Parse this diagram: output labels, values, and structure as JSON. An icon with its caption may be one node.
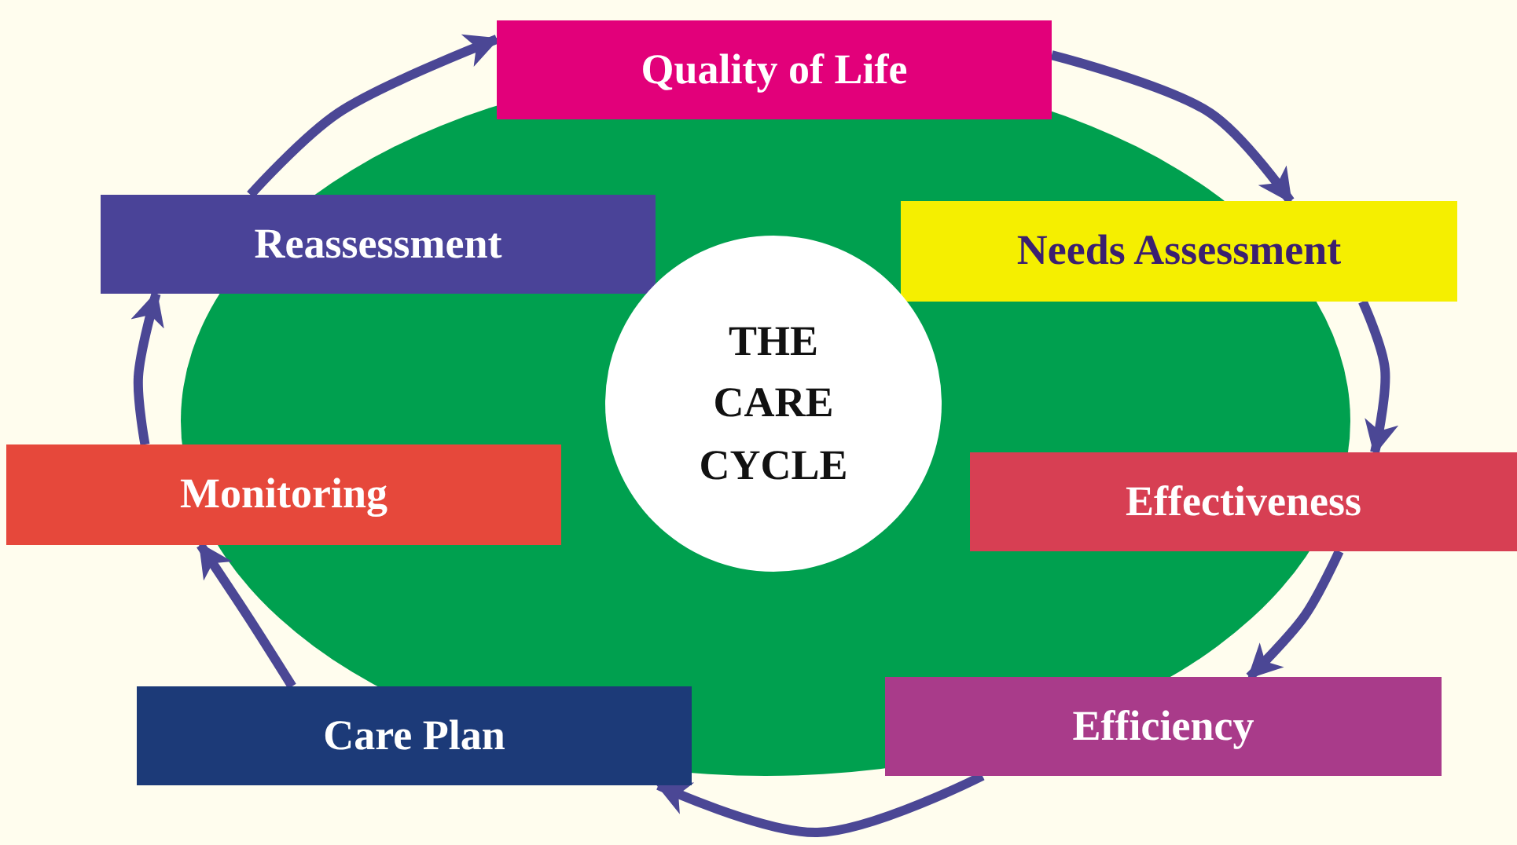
{
  "diagram": {
    "nodes": [
      {
        "text": [
          "Quality of Life"
        ]
      },
      {
        "text": [
          "Needs Assessment"
        ]
      },
      {
        "text": [
          "Effectiveness"
        ]
      },
      {
        "text": [
          "Efficiency"
        ]
      },
      {
        "text": [
          "Care Plan"
        ]
      },
      {
        "text": [
          "Monitoring"
        ]
      },
      {
        "text": [
          "Reassessment"
        ]
      },
      {
        "text": [
          "THE CARE CYCLE"
        ]
      }
    ],
    "edges": [
      {
        "from": 0,
        "to": 1,
        "arrow": "to"
      },
      {
        "from": 1,
        "to": 2,
        "arrow": "to"
      },
      {
        "from": 2,
        "to": 3,
        "arrow": "to"
      },
      {
        "from": 3,
        "to": 4,
        "arrow": "to"
      },
      {
        "from": 4,
        "to": 5,
        "arrow": "to"
      },
      {
        "from": 5,
        "to": 6,
        "arrow": "to"
      },
      {
        "from": 6,
        "to": 0,
        "arrow": "to"
      }
    ]
  }
}
